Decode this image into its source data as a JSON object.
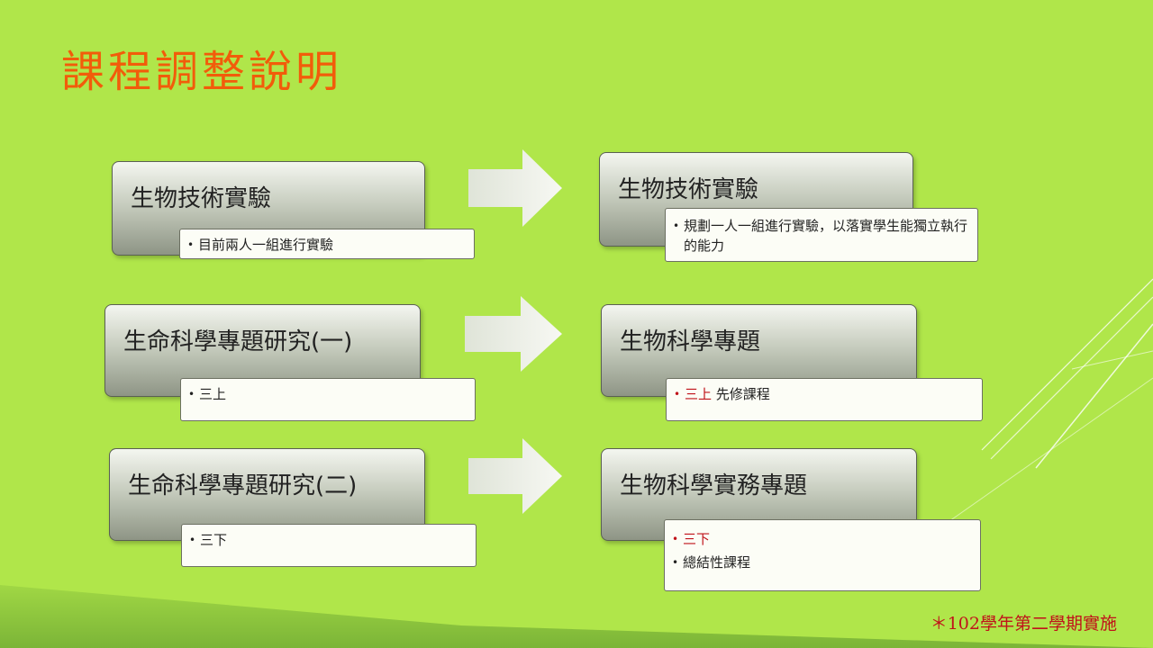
{
  "slide": {
    "title": "課程調整說明",
    "footnote": "＊102學年第二學期實施"
  },
  "rows": [
    {
      "before": {
        "title": "生物技術實驗",
        "notes": [
          "目前兩人一組進行實驗"
        ]
      },
      "after": {
        "title": "生物技術實驗",
        "notes": [
          "規劃一人一組進行實驗，以落實學生能獨立執行的能力"
        ]
      }
    },
    {
      "before": {
        "title": "生命科學專題研究(一)",
        "notes": [
          "三上"
        ]
      },
      "after": {
        "title": "生物科學專題",
        "notes_highlight": "三上",
        "notes_rest": " 先修課程"
      }
    },
    {
      "before": {
        "title": "生命科學專題研究(二)",
        "notes": [
          "三下"
        ]
      },
      "after": {
        "title": "生物科學實務專題",
        "notes": [
          "三下",
          "總結性課程"
        ]
      }
    }
  ],
  "colors": {
    "background": "#b0e64a",
    "title": "#f25c0a",
    "highlight": "#c0131a"
  },
  "icons": {
    "arrow": "right-arrow-icon"
  }
}
